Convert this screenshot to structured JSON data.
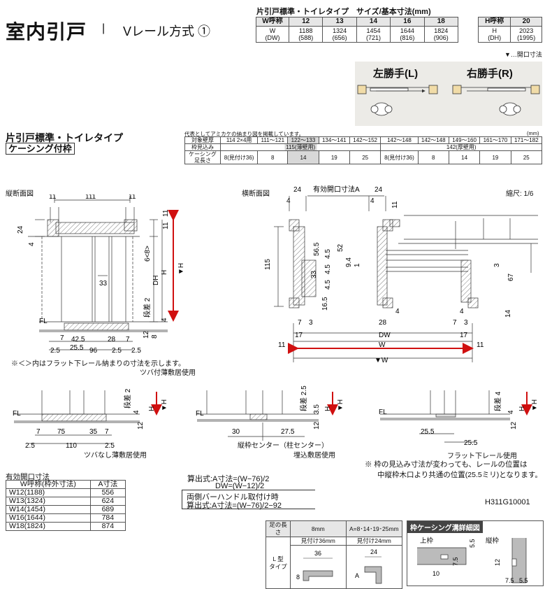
{
  "header": {
    "title": "室内引戸",
    "separator": "|",
    "subtitle": "Vレール方式 ①"
  },
  "size_table": {
    "caption": "片引戸標準・トイレタイプ　サイズ/基本寸法(mm)",
    "w_label": "W呼称",
    "w_codes": [
      "12",
      "13",
      "14",
      "16",
      "18"
    ],
    "row_label": "W",
    "row_label_sub": "(DW)",
    "w_values": [
      "1188",
      "1324",
      "1454",
      "1644",
      "1824"
    ],
    "dw_values": [
      "(588)",
      "(656)",
      "(721)",
      "(816)",
      "(906)"
    ],
    "h_label": "H呼称",
    "h_code": "20",
    "h_row_label": "H",
    "h_row_label_sub": "(DH)",
    "h_value": "2023",
    "h_dh_value": "(1995)",
    "note": "▼…開口寸法"
  },
  "handedness": {
    "left": "左勝手(L)",
    "right": "右勝手(R)"
  },
  "frame_section": {
    "title": "片引戸標準・トイレタイプ",
    "subtitle": "ケーシング付枠",
    "note": "代表としてアミカケの納まり図を掲載しています。",
    "unit": "(mm)",
    "row1_label": "対象壁厚",
    "row1": [
      "114 2×4用",
      "111～121",
      "122～133",
      "134～141",
      "142～152",
      "142～148",
      "142～148",
      "149～160",
      "161～170",
      "171～182"
    ],
    "row2_label": "枠見込み",
    "row2": [
      "115(薄壁用)",
      "142(厚壁用)"
    ],
    "row3_label": "ケーシング足長さ",
    "row3": [
      "8(見付け36)",
      "8",
      "14",
      "19",
      "25",
      "8(見付け36)",
      "8",
      "14",
      "19",
      "25"
    ]
  },
  "views": {
    "vertical": "縦断面図",
    "horizontal": "横断面図",
    "scale": "縮尺: 1/6"
  },
  "vdims": {
    "d111": "111",
    "d11a": "11",
    "d11b": "11",
    "d24": "24",
    "d11c": "11",
    "d4": "4",
    "d11d": "11",
    "d68": "6<8>",
    "dDH": "DH",
    "dH": "H",
    "dH2": "▼H",
    "dstep2": "段差 2",
    "d4b": "4",
    "d33": "33",
    "fl": "FL",
    "d12": "12",
    "d7": "7",
    "d425": "42.5",
    "d28": "28",
    "d7b": "7",
    "d25": "2.5",
    "d255": "25.5",
    "d96": "96",
    "d25b": "2.5",
    "d25c": "2.5",
    "d8": "8"
  },
  "hdims": {
    "d24a": "24",
    "opening_a": "有効開口寸法A",
    "d24b": "24",
    "d11a": "11",
    "d4a": "4",
    "d4b": "4",
    "d115": "115",
    "d565": "56.5",
    "d45a": "4.5",
    "d52": "52",
    "d45b": "4.5",
    "d45c": "4.5",
    "d33": "33",
    "d94": "9.4",
    "d1": "1",
    "d3": "3",
    "d67": "67",
    "d165": "16.5",
    "d4c": "4",
    "d28": "28",
    "d4d": "4",
    "d7a": "7",
    "d3a": "3",
    "d7b": "7",
    "d3b": "3",
    "d17": "17",
    "dDW": "DW",
    "d17b": "17",
    "d14": "14",
    "d11b": "11",
    "dW": "W",
    "d11c": "11",
    "dW2": "▼W"
  },
  "notes": {
    "paren_note": "※＜＞内はフラット下レール納まりの寸法を示します。",
    "threshold1": "ツバ付薄敷居使用",
    "threshold2": "ツバなし薄敷居使用",
    "threshold3": "埋込敷居使用",
    "threshold4": "フラット下レール使用",
    "center_label": "縦枠センター（柱センター）",
    "bottom_note1": "※ 枠の見込み寸法が変わっても、レールの位置は",
    "bottom_note2": "中縦枠木口より共通の位置(25.5ミリ)となります。"
  },
  "d1": {
    "step": "段差 2",
    "d4": "4",
    "dH": "H",
    "dH2": "▼H",
    "fl": "FL",
    "d12": "12",
    "d7": "7",
    "d75": "75",
    "d35": "35",
    "d7b": "7",
    "d25": "2.5",
    "d110": "110",
    "d25b": "2.5"
  },
  "d2": {
    "step": "段差 2.5",
    "d35": "3.5",
    "dH": "H",
    "dH2": "▼H",
    "fl": "FL",
    "d12": "12",
    "d30": "30",
    "d275": "27.5"
  },
  "d3": {
    "step": "段差 4",
    "d4": "4",
    "dH": "H",
    "dH2": "▼H",
    "fl": "FL",
    "d12": "12",
    "d255a": "25.5",
    "d255b": "25.5"
  },
  "effective_table": {
    "title": "有効開口寸法",
    "headers": [
      "W呼称(枠外寸法)",
      "A寸法"
    ],
    "rows": [
      [
        "W12(1188)",
        "556"
      ],
      [
        "W13(1324)",
        "624"
      ],
      [
        "W14(1454)",
        "689"
      ],
      [
        "W16(1644)",
        "784"
      ],
      [
        "W18(1824)",
        "874"
      ]
    ]
  },
  "formulas": {
    "line1": "算出式:A寸法=(W−76)/2",
    "line2": "DW=(W−12)/2",
    "line3": "両側バーハンドル取付け時",
    "line4": "算出式:A寸法=(W−76)/2−92"
  },
  "code": "H311G10001",
  "leg_table": {
    "h0": "足の長さ",
    "h1": "8mm",
    "h2": "A=8･14･19･25mm",
    "s1": "見付け36mm",
    "s2": "見付け24mm",
    "type_label": "L 型\nタイプ",
    "d36": "36",
    "d8": "8",
    "d24": "24",
    "dA": "A"
  },
  "casing_detail": {
    "title": "枠ケーシング溝詳細図",
    "top_frame": "上枠",
    "side_frame": "縦枠",
    "d55": "5.5",
    "d75a": "7.5",
    "d10": "10",
    "d12": "12",
    "d75b": "7.5",
    "d55b": "5.5"
  }
}
